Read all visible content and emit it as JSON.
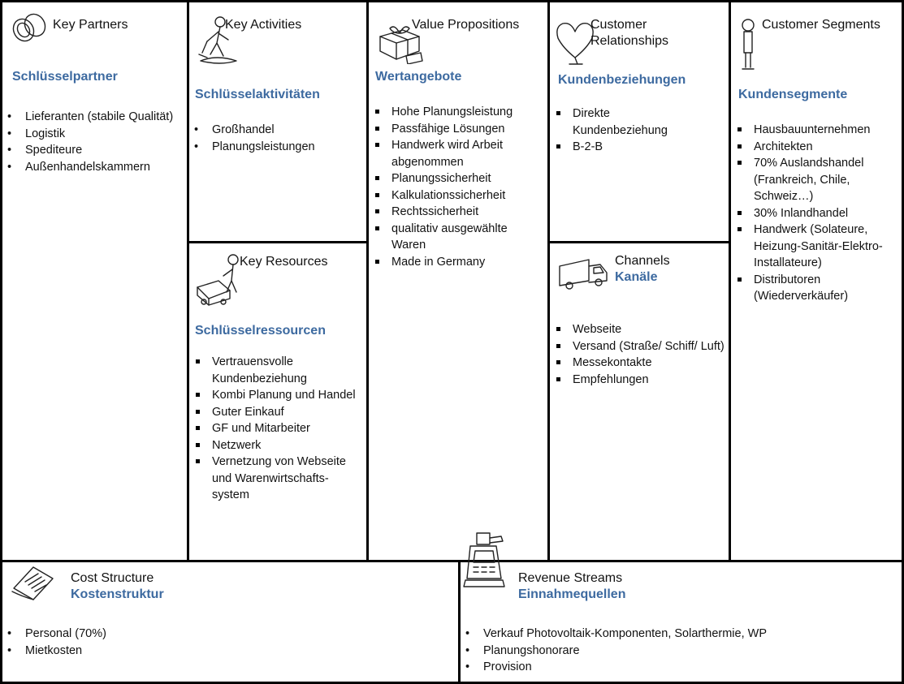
{
  "partners": {
    "title": "Key Partners",
    "subtitle": "Schlüsselpartner",
    "items": [
      "Lieferanten (stabile Qualität)",
      "Logistik",
      "Spediteure",
      "Außenhandelskammern"
    ]
  },
  "activities": {
    "title": "Key Activities",
    "subtitle": "Schlüsselaktivitäten",
    "items": [
      "Großhandel",
      "Planungsleistungen"
    ]
  },
  "resources": {
    "title": "Key Resources",
    "subtitle": "Schlüsselressourcen",
    "items": [
      "Vertrauensvolle Kundenbeziehung",
      "Kombi Planung und Handel",
      "Guter Einkauf",
      "GF und Mitarbeiter",
      "Netzwerk",
      "Vernetzung von Webseite und Warenwirtschafts-system"
    ]
  },
  "value": {
    "title": "Value Propositions",
    "subtitle": "Wertangebote",
    "items": [
      "Hohe Planungsleistung",
      "Passfähige Lösungen",
      "Handwerk wird Arbeit abgenommen",
      "Planungssicherheit",
      "Kalkulationssicherheit",
      "Rechtssicherheit",
      "qualitativ ausgewählte Waren",
      "Made in Germany"
    ]
  },
  "relationships": {
    "title": "Customer Relationships",
    "subtitle": "Kundenbeziehungen",
    "items": [
      "Direkte Kundenbeziehung",
      "B-2-B"
    ]
  },
  "channels": {
    "title": "Channels",
    "subtitle": "Kanäle",
    "items": [
      "Webseite",
      "Versand (Straße/ Schiff/ Luft)",
      "Messekontakte",
      "Empfehlungen"
    ]
  },
  "segments": {
    "title": "Customer Segments",
    "subtitle": "Kundensegmente",
    "items": [
      "Hausbauunternehmen",
      "Architekten",
      "70% Auslandshandel (Frankreich, Chile, Schweiz…)",
      "30% Inlandhandel",
      "Handwerk (Solateure, Heizung-Sanitär-Elektro-Installateure)",
      "Distributoren (Wiederverkäufer)"
    ]
  },
  "cost": {
    "title": "Cost Structure",
    "subtitle": "Kostenstruktur",
    "items": [
      "Personal  (70%)",
      "Mietkosten"
    ]
  },
  "revenue": {
    "title": "Revenue Streams",
    "subtitle": "Einnahmequellen",
    "items": [
      "Verkauf Photovoltaik-Komponenten, Solarthermie, WP",
      "Planungshonorare",
      "Provision"
    ]
  }
}
